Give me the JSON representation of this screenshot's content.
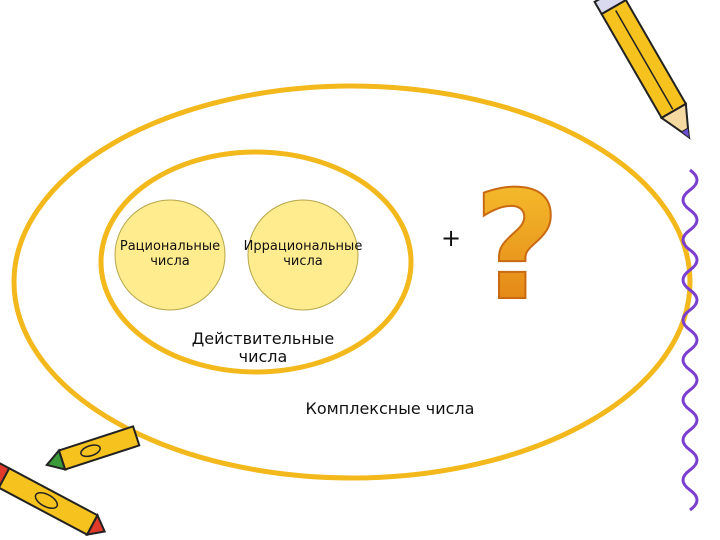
{
  "diagram": {
    "rational": {
      "line1": "Рациональные",
      "line2": "числа"
    },
    "irrational": {
      "line1": "Иррациональные",
      "line2": "числа"
    },
    "real": {
      "line1": "Действительные",
      "line2": "числа"
    },
    "complex": "Комплексные числа",
    "plus": "+",
    "question": "?"
  },
  "colors": {
    "ring": "#f2b81c",
    "circle_fill": "#ffec8f",
    "circle_stroke": "#b5a64a",
    "question_top": "#f7c430",
    "question_bottom": "#e07a10"
  },
  "decorations": [
    "pencil-icon",
    "crayons-icon",
    "squiggle-line"
  ]
}
